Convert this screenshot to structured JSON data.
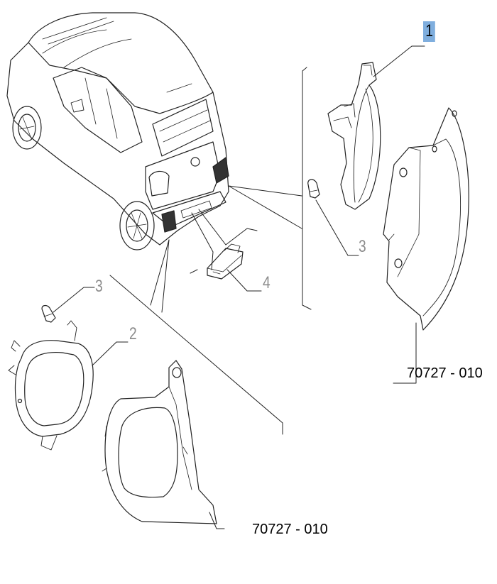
{
  "callouts": {
    "item_1": "1",
    "item_2": "2",
    "item_3_upper": "3",
    "item_3_lower": "3",
    "item_4": "4"
  },
  "reference_codes": {
    "upper_trim": "70727 - 010",
    "lower_trim": "70727 - 010"
  },
  "highlight_color": "#7faede",
  "callout_color": "#8c8c8c"
}
